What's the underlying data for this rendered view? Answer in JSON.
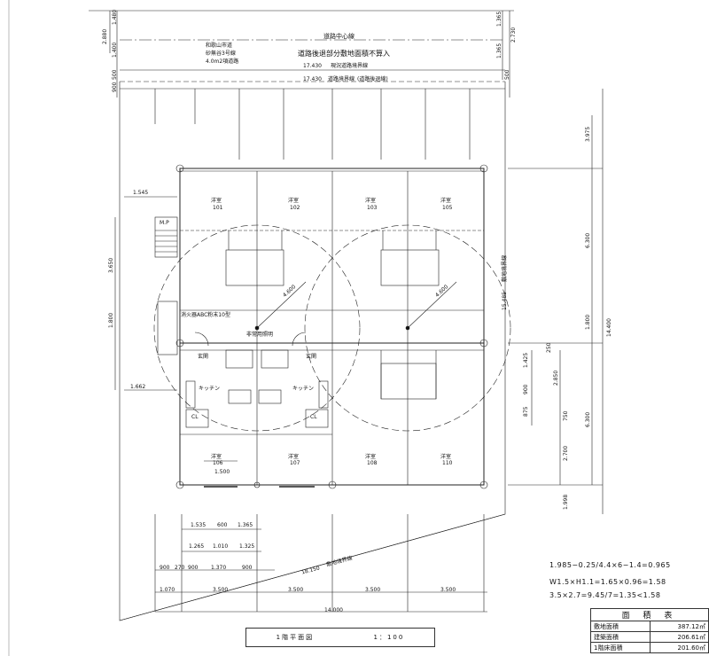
{
  "road": {
    "centerline": "道路中心線",
    "area_note": "道路後退部分敷地面積不算入",
    "road_name": [
      "和歌山市道",
      "砂無谷3号線",
      "4.0m2項道路"
    ],
    "current_boundary": "現況道路境界線",
    "road_boundary": "道路境界線",
    "boundary_note": "(道路後退線)",
    "dim_17430_a": "17.430",
    "dim_17430_b": "17.430"
  },
  "rooms": {
    "r101": {
      "name": "洋室",
      "num": "101"
    },
    "r102": {
      "name": "洋室",
      "num": "102"
    },
    "r103": {
      "name": "洋室",
      "num": "103"
    },
    "r105": {
      "name": "洋室",
      "num": "105"
    },
    "r106": {
      "name": "洋室",
      "num": "106"
    },
    "r107": {
      "name": "洋室",
      "num": "107"
    },
    "r108": {
      "name": "洋室",
      "num": "108"
    },
    "r110": {
      "name": "洋室",
      "num": "110"
    },
    "entrance": "玄関",
    "kitchen": "キッチン",
    "cl": "CL"
  },
  "notes": {
    "extinguisher": "消火器ABC粉末10型",
    "emergency_light": "非常用照明",
    "mp": "M.P",
    "radius": "4.600",
    "site_boundary": "敷地境界線",
    "site_boundary_len": "18.150",
    "site_boundary_right": "15.485"
  },
  "dims": {
    "top_2880": "2.880",
    "top_1480": "1.480",
    "top_1400": "1.400",
    "top_900": "900",
    "top_500": "500",
    "top_1365a": "1.365",
    "top_2730": "2.730",
    "top_1365b": "1.365",
    "top_500r": "500",
    "left_1545": "1.545",
    "left_3650": "3.650",
    "left_1800": "1.800",
    "left_1662": "1.662",
    "right_3975": "3.975",
    "right_6300a": "6.300",
    "right_14400": "14.400",
    "right_1800": "1.800",
    "right_1425": "1.425",
    "right_900": "900",
    "right_875": "875",
    "right_750": "750",
    "right_2850": "2.850",
    "right_6300b": "6.300",
    "right_2700": "2.700",
    "right_1998": "1.998",
    "right_250": "250",
    "b_1500": "1.500",
    "b_1535": "1.535",
    "b_600": "600",
    "b_1365": "1.365",
    "b_1265": "1.265",
    "b_1010": "1.010",
    "b_1325": "1.325",
    "b_900a": "900",
    "b_270": "270",
    "b_900b": "900",
    "b_1370": "1.370",
    "b_900c": "900",
    "b_1070": "1.070",
    "b_3500a": "3.500",
    "b_3500b": "3.500",
    "b_3500c": "3.500",
    "b_3500d": "3.500",
    "b_14000": "14.000"
  },
  "calcs": [
    "1.985−0.25/4.4×6−1.4=0.965",
    "W1.5×H1.1=1.65×0.96=1.58",
    "3.5×2.7=9.45/7=1.35<1.58"
  ],
  "title": {
    "label": "1階平面図",
    "scale": "1：100"
  },
  "area_table": {
    "header": "面 積 表",
    "rows": [
      {
        "label": "敷地面積",
        "value": "387.12㎡"
      },
      {
        "label": "建築面積",
        "value": "206.61㎡"
      },
      {
        "label": "1階床面積",
        "value": "201.60㎡"
      }
    ]
  }
}
